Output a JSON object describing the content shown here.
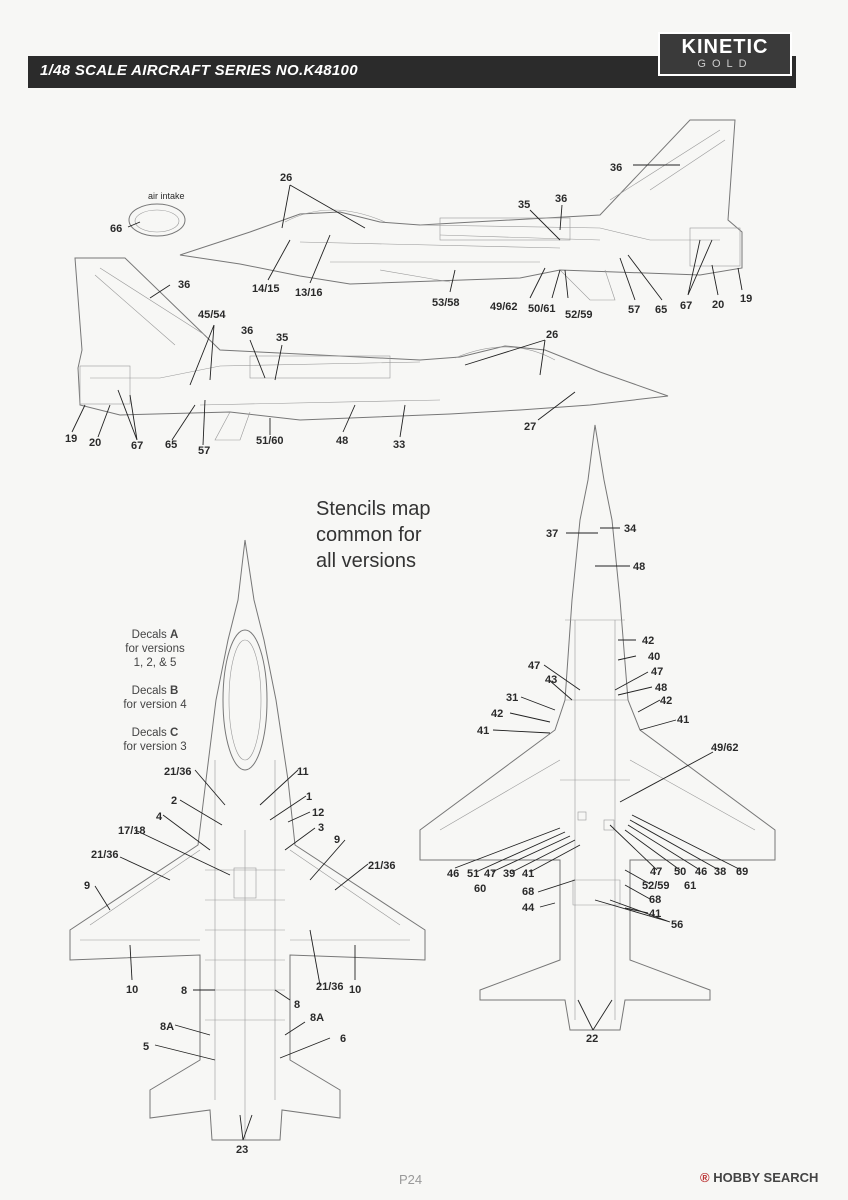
{
  "header": {
    "title": "1/48 SCALE  AIRCRAFT  SERIES NO.K48100",
    "logo_main": "KINETIC",
    "logo_sub": "GOLD"
  },
  "stencil_title": [
    "Stencils map",
    "common for",
    "all versions"
  ],
  "legend": [
    {
      "prefix": "Decals ",
      "letter": "A",
      "lines": [
        "for versions",
        "1, 2, & 5"
      ]
    },
    {
      "prefix": "Decals ",
      "letter": "B",
      "lines": [
        "for version 4"
      ]
    },
    {
      "prefix": "Decals ",
      "letter": "C",
      "lines": [
        "for version 3"
      ]
    }
  ],
  "intake_label": "air intake",
  "side_view_right_callouts": [
    "26",
    "36",
    "35",
    "36",
    "66",
    "14/15",
    "13/16",
    "53/58",
    "49/62",
    "50/61",
    "52/59",
    "57",
    "65",
    "67",
    "20",
    "19"
  ],
  "side_view_left_callouts": [
    "36",
    "45/54",
    "36",
    "35",
    "26",
    "19",
    "20",
    "67",
    "65",
    "57",
    "51/60",
    "48",
    "33",
    "27"
  ],
  "top_view_callouts": [
    "21/36",
    "11",
    "2",
    "1",
    "12",
    "4",
    "3",
    "17/18",
    "21/36",
    "9",
    "21/36",
    "9",
    "8",
    "10",
    "21/36",
    "10",
    "8",
    "8A",
    "8A",
    "5",
    "6",
    "23"
  ],
  "bottom_view_callouts": [
    "37",
    "34",
    "48",
    "42",
    "40",
    "47",
    "47",
    "48",
    "43",
    "31",
    "42",
    "41",
    "42",
    "41",
    "49/62",
    "46",
    "51",
    "60",
    "47",
    "39",
    "41",
    "68",
    "44",
    "47",
    "52/59",
    "68",
    "41",
    "56",
    "50",
    "46",
    "61",
    "38",
    "69",
    "22"
  ],
  "page_number": "P24",
  "watermark": {
    "brand": "HOBBY SEARCH",
    "mark": "®"
  }
}
